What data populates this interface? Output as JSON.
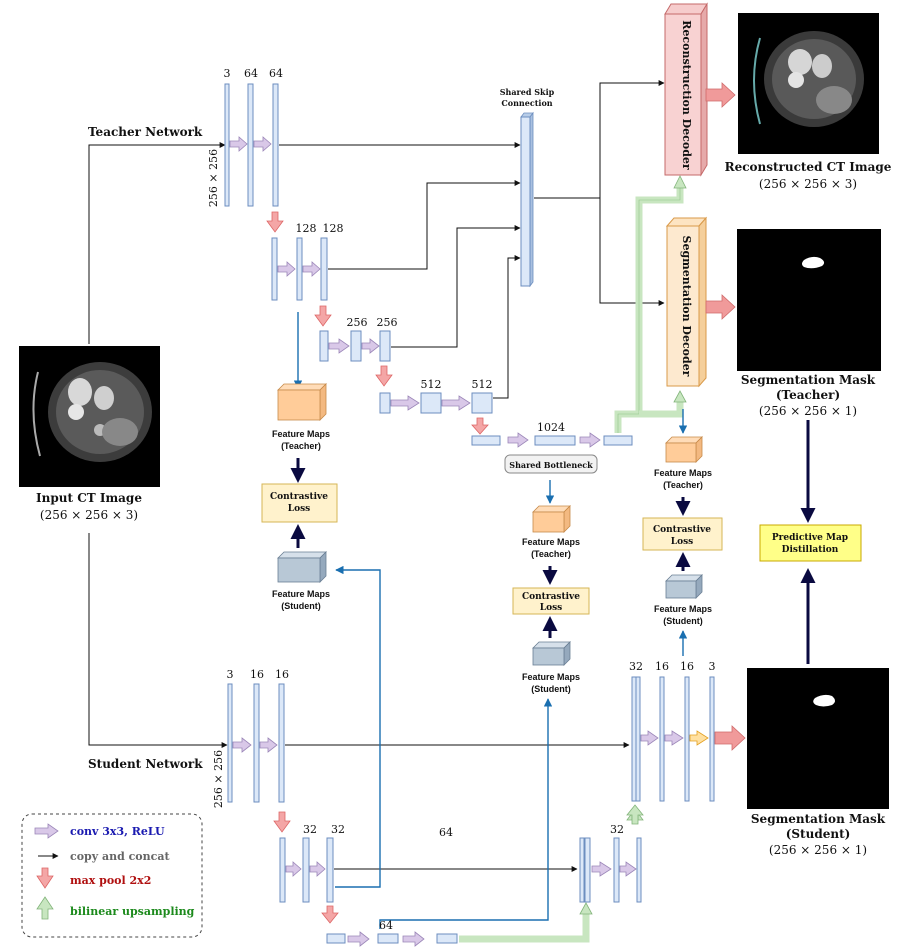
{
  "labels": {
    "teacher_network": "Teacher Network",
    "student_network": "Student Network",
    "input_title": "Input CT Image",
    "input_dims": "(256 × 256 × 3)",
    "recon_title": "Reconstructed CT Image",
    "recon_dims": "(256 × 256 × 3)",
    "segT_title_1": "Segmentation Mask",
    "segT_title_2": "(Teacher)",
    "segT_dims": "(256 × 256 × 1)",
    "segS_title_1": "Segmentation Mask",
    "segS_title_2": "(Student)",
    "segS_dims": "(256 × 256 × 1)",
    "shared_skip_1": "Shared Skip",
    "shared_skip_2": "Connection",
    "shared_bottleneck": "Shared Bottleneck",
    "recon_decoder": "Reconstruction Decoder",
    "seg_decoder": "Segmentation Decoder",
    "fm_line1": "Feature Maps",
    "fm_teacher": "(Teacher)",
    "fm_student": "(Student)",
    "contrastive_1": "Contrastive",
    "contrastive_2": "Loss",
    "pmd_1": "Predictive Map",
    "pmd_2": "Distillation",
    "res_teacher": "256 × 256",
    "res_student": "256 × 256"
  },
  "channels": {
    "t_enc1": [
      "3",
      "64",
      "64"
    ],
    "t_enc2": [
      "128",
      "128"
    ],
    "t_enc3": [
      "256",
      "256"
    ],
    "t_enc4": [
      "512",
      "512"
    ],
    "t_bottleneck": "1024",
    "s_enc1": [
      "3",
      "16",
      "16"
    ],
    "s_enc2": [
      "32",
      "32"
    ],
    "s_bottleneck": "64",
    "s_dec2_concat": "64",
    "s_dec2": "32",
    "s_dec1": [
      "32",
      "16",
      "16",
      "3"
    ]
  },
  "legend": [
    {
      "label": "conv 3x3, ReLU",
      "color": "#1a1ab0",
      "icon": "purple-arrow-icon"
    },
    {
      "label": "copy and concat",
      "color": "#666666",
      "icon": "black-arrow-icon"
    },
    {
      "label": "max pool 2x2",
      "color": "#b01010",
      "icon": "red-down-arrow-icon"
    },
    {
      "label": "bilinear upsampling",
      "color": "#1c8a1c",
      "icon": "green-up-arrow-icon"
    }
  ],
  "colors": {
    "layer_fill": "#dce8f8",
    "layer_stroke": "#6c8ebf",
    "conv_arrow": "#d9c8e8",
    "pool_arrow": "#f4a6a6",
    "up_arrow": "#c8e6c0",
    "loss_fill": "#fff2cc",
    "pmd_fill": "#ffff88",
    "teacher_fm": "#ffcc99",
    "student_fm": "#b8c8d6",
    "blue_link": "#1a6fb0"
  }
}
